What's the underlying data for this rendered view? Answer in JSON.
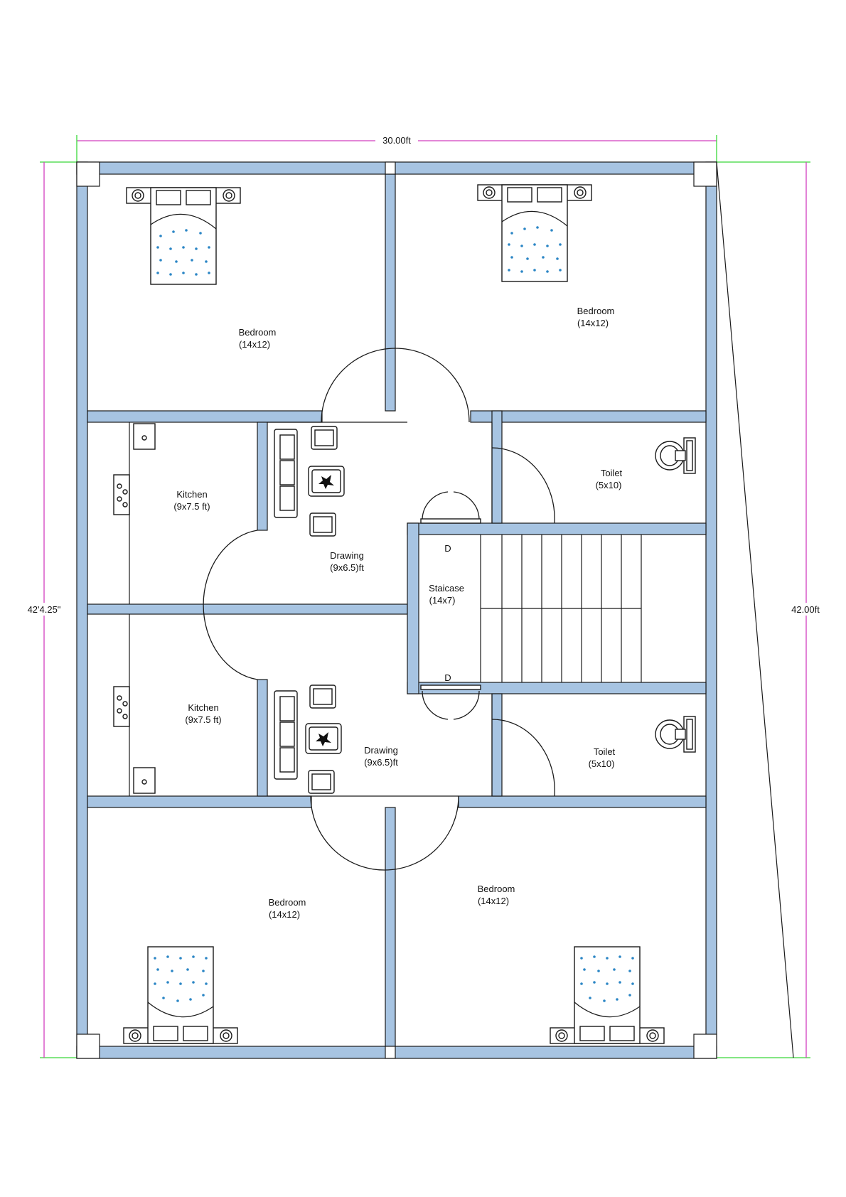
{
  "colors": {
    "wall_fill": "#a7c4e2",
    "dimension_line": "#d23fbf",
    "extension_line": "#39d839",
    "line": "#1a1a1a"
  },
  "dimensions": {
    "width": "30.00ft",
    "left_height": "42'4.25\"",
    "right_height": "42.00ft"
  },
  "rooms": {
    "bedroom_top_left": {
      "name": "Bedroom",
      "size": "(14x12)"
    },
    "bedroom_top_right": {
      "name": "Bedroom",
      "size": "(14x12)"
    },
    "kitchen_upper": {
      "name": "Kitchen",
      "size": "(9x7.5 ft)"
    },
    "drawing_upper": {
      "name": "Drawing",
      "size": "(9x6.5)ft"
    },
    "toilet_upper": {
      "name": "Toilet",
      "size": "(5x10)"
    },
    "staircase": {
      "name": "Staicase",
      "size": "(14x7)"
    },
    "kitchen_lower": {
      "name": "Kitchen",
      "size": "(9x7.5 ft)"
    },
    "drawing_lower": {
      "name": "Drawing",
      "size": "(9x6.5)ft"
    },
    "toilet_lower": {
      "name": "Toilet",
      "size": "(5x10)"
    },
    "bedroom_bottom_left": {
      "name": "Bedroom",
      "size": "(14x12)"
    },
    "bedroom_bottom_right": {
      "name": "Bedroom",
      "size": "(14x12)"
    }
  },
  "stair_marks": {
    "upper": "D",
    "lower": "D"
  },
  "icons": [
    "double-bed-icon",
    "sofa-icon",
    "armchair-icon",
    "coffee-table-icon",
    "stove-icon",
    "sink-icon",
    "wc-icon"
  ]
}
